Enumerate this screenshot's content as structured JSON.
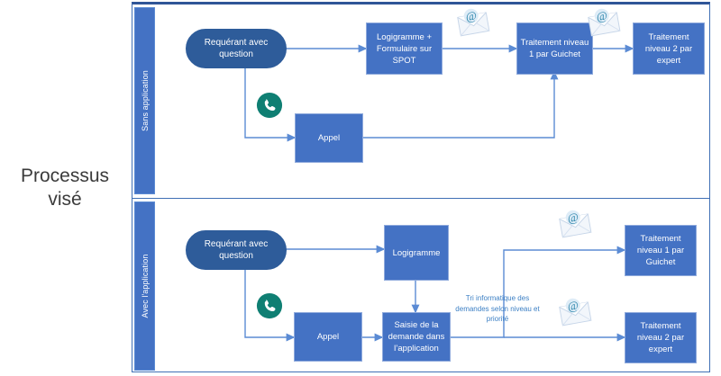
{
  "title": "Processus\nvisé",
  "colors": {
    "node_fill": "#4472c4",
    "start_fill": "#2e5c9a",
    "frame_border": "#3f6fb5",
    "connector": "#5b8bd4",
    "annotation_text": "#3b7fc4",
    "phone_icon": "#0f7f73",
    "mail_at": "#2e86ab"
  },
  "lanes": [
    {
      "id": "sans-application",
      "label": "Sans application",
      "nodes": [
        {
          "id": "requerant-1",
          "label": "Requérant avec question",
          "shape": "rounded"
        },
        {
          "id": "logigramme-spot",
          "label": "Logigramme + Formulaire sur SPOT",
          "shape": "rect"
        },
        {
          "id": "traitement-n1-1",
          "label": "Traitement niveau 1 par Guichet",
          "shape": "rect"
        },
        {
          "id": "traitement-n2-1",
          "label": "Traitement niveau 2 par expert",
          "shape": "rect"
        },
        {
          "id": "appel-1",
          "label": "Appel",
          "shape": "rect"
        }
      ],
      "icons": [
        {
          "id": "phone-1",
          "type": "phone-icon"
        },
        {
          "id": "mail-1",
          "type": "mail-icon"
        },
        {
          "id": "mail-2",
          "type": "mail-icon"
        }
      ]
    },
    {
      "id": "avec-application",
      "label": "Avec l'application",
      "nodes": [
        {
          "id": "requerant-2",
          "label": "Requérant avec question",
          "shape": "rounded"
        },
        {
          "id": "logigramme",
          "label": "Logigramme",
          "shape": "rect"
        },
        {
          "id": "appel-2",
          "label": "Appel",
          "shape": "rect"
        },
        {
          "id": "saisie",
          "label": "Saisie de la demande dans l’application",
          "shape": "rect"
        },
        {
          "id": "traitement-n1-2",
          "label": "Traitement niveau 1 par Guichet",
          "shape": "rect"
        },
        {
          "id": "traitement-n2-2",
          "label": "Traitement niveau 2 par expert",
          "shape": "rect"
        }
      ],
      "annotations": [
        {
          "id": "tri-informatique",
          "text": "Tri informatique des demandes selon niveau et priorité"
        }
      ],
      "icons": [
        {
          "id": "phone-2",
          "type": "phone-icon"
        },
        {
          "id": "mail-3",
          "type": "mail-icon"
        },
        {
          "id": "mail-4",
          "type": "mail-icon"
        }
      ]
    }
  ]
}
